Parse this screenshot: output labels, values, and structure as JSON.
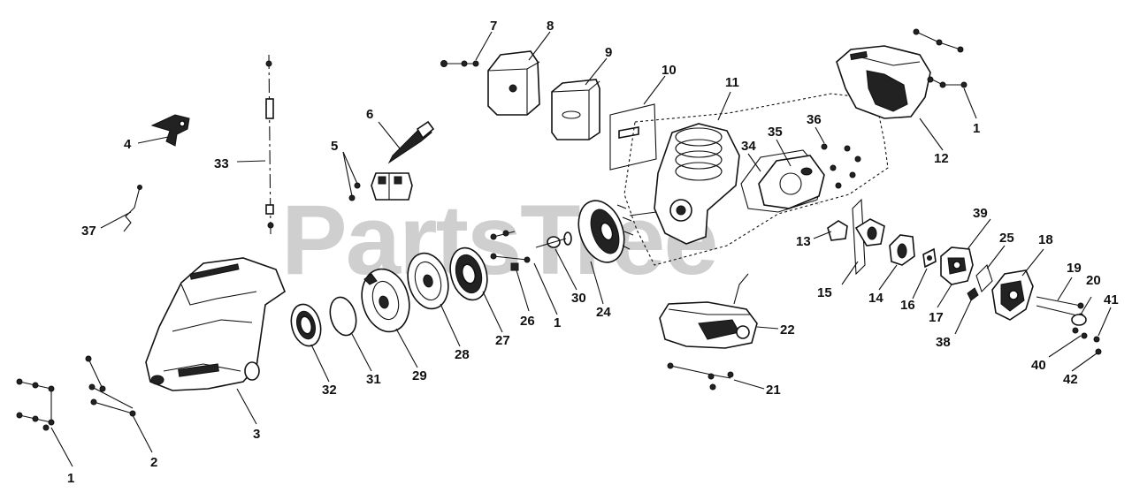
{
  "watermark": {
    "text": "PartsTree",
    "mark": "™"
  },
  "callouts": [
    {
      "id": "c1a",
      "label": "1"
    },
    {
      "id": "c2",
      "label": "2"
    },
    {
      "id": "c3",
      "label": "3"
    },
    {
      "id": "c4",
      "label": "4"
    },
    {
      "id": "c5",
      "label": "5"
    },
    {
      "id": "c6",
      "label": "6"
    },
    {
      "id": "c7",
      "label": "7"
    },
    {
      "id": "c8",
      "label": "8"
    },
    {
      "id": "c9",
      "label": "9"
    },
    {
      "id": "c10",
      "label": "10"
    },
    {
      "id": "c11",
      "label": "11"
    },
    {
      "id": "c12",
      "label": "12"
    },
    {
      "id": "c1b",
      "label": "1"
    },
    {
      "id": "c13",
      "label": "13"
    },
    {
      "id": "c14",
      "label": "14"
    },
    {
      "id": "c15",
      "label": "15"
    },
    {
      "id": "c16",
      "label": "16"
    },
    {
      "id": "c17",
      "label": "17"
    },
    {
      "id": "c18",
      "label": "18"
    },
    {
      "id": "c19",
      "label": "19"
    },
    {
      "id": "c20",
      "label": "20"
    },
    {
      "id": "c21",
      "label": "21"
    },
    {
      "id": "c22",
      "label": "22"
    },
    {
      "id": "c24",
      "label": "24"
    },
    {
      "id": "c25",
      "label": "25"
    },
    {
      "id": "c26",
      "label": "26"
    },
    {
      "id": "c1c",
      "label": "1"
    },
    {
      "id": "c27",
      "label": "27"
    },
    {
      "id": "c28",
      "label": "28"
    },
    {
      "id": "c29",
      "label": "29"
    },
    {
      "id": "c30",
      "label": "30"
    },
    {
      "id": "c31",
      "label": "31"
    },
    {
      "id": "c32",
      "label": "32"
    },
    {
      "id": "c33",
      "label": "33"
    },
    {
      "id": "c34",
      "label": "34"
    },
    {
      "id": "c35",
      "label": "35"
    },
    {
      "id": "c36",
      "label": "36"
    },
    {
      "id": "c37",
      "label": "37"
    },
    {
      "id": "c38",
      "label": "38"
    },
    {
      "id": "c39",
      "label": "39"
    },
    {
      "id": "c40",
      "label": "40"
    },
    {
      "id": "c41",
      "label": "41"
    },
    {
      "id": "c42",
      "label": "42"
    }
  ]
}
